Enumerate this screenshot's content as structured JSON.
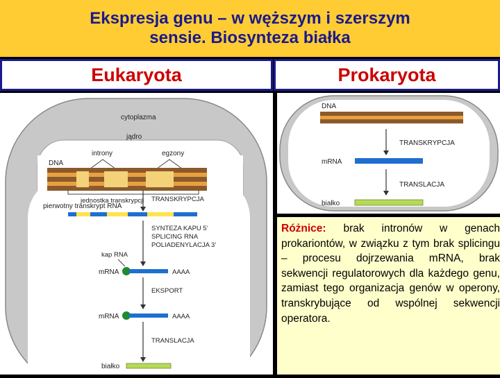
{
  "title": "Ekspresja genu – w węższym i szerszym\nsensie.  Biosynteza białka",
  "headers": {
    "left": "Eukaryota",
    "right": "Prokaryota"
  },
  "euk": {
    "cytoplasm": "cytoplazma",
    "nucleus": "jądro",
    "introns": "introny",
    "exons": "egzony",
    "dna": "DNA",
    "unit": "jednostka transkrypcji",
    "primary": "pierwotny transkrypt RNA",
    "transcription": "TRANSKRYPCJA",
    "processing1": "SYNTEZA KAPU 5’",
    "processing2": "SPLICING RNA",
    "processing3": "POLIADENYLACJA 3’",
    "cap": "kap RNA",
    "mrna1": "mRNA",
    "aaaa1": "AAAA",
    "export": "EKSPORT",
    "mrna2": "mRNA",
    "aaaa2": "AAAA",
    "translation": "TRANSLACJA",
    "protein": "białko"
  },
  "pro": {
    "dna": "DNA",
    "transcription": "TRANSKRYPCJA",
    "mrna": "mRNA",
    "translation": "TRANSLACJA",
    "protein": "białko"
  },
  "note": {
    "label": "Różnice:",
    "text": " brak intronów w genach prokariontów, w związku z tym brak splicingu – procesu dojrzewania mRNA, brak sekwencji regulatorowych dla każdego genu, zamiast tego organizacja genów w operony, transkrybujące od wspólnej sekwencji operatora."
  },
  "colors": {
    "title_bg": "#FFCC33",
    "title_text": "#1A1A8C",
    "header_text": "#CC0000",
    "cell_fill": "#C8C8C8",
    "dna_brown": "#8B5A2B",
    "dna_orange": "#E8A040",
    "mrna_blue": "#1E6FD0",
    "intron_yellow": "#FFE34D",
    "cap_green": "#1F8A2E",
    "protein_green": "#B7D95A",
    "note_bg": "#FFFFCC"
  }
}
